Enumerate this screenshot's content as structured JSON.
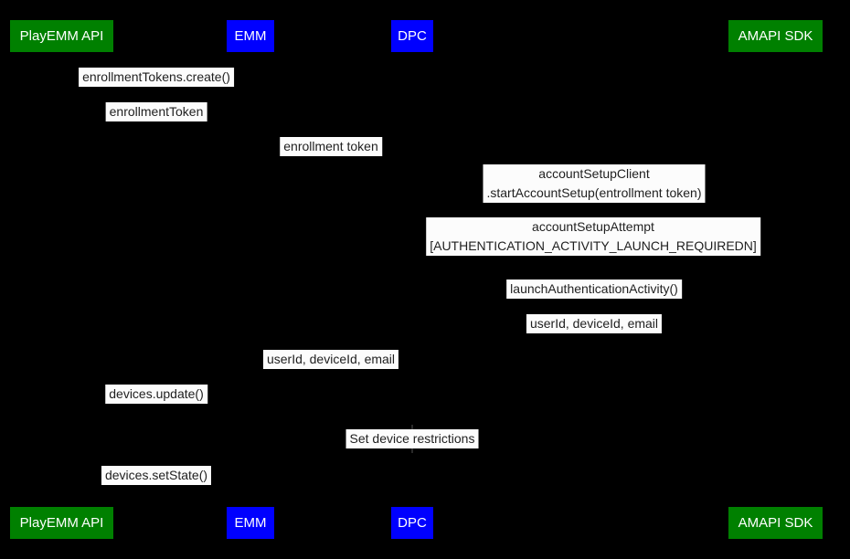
{
  "diagram": {
    "type": "sequence-diagram",
    "background_color": "#000000",
    "label_background_color": "#fcfcfc",
    "label_text_color": "#1f1f1f",
    "actor_text_color": "#ffffff",
    "actor_green": "#008000",
    "actor_blue": "#0000ff",
    "actors": [
      {
        "label": "PlayEMM API",
        "color": "#008000"
      },
      {
        "label": "EMM",
        "color": "#0000ff"
      },
      {
        "label": "DPC",
        "color": "#0000ff"
      },
      {
        "label": "AMAPI SDK",
        "color": "#008000"
      }
    ],
    "messages": [
      {
        "line1": "enrollmentTokens.create()"
      },
      {
        "line1": "enrollmentToken"
      },
      {
        "line1": "enrollment token"
      },
      {
        "line1": "accountSetupClient",
        "line2": ".startAccountSetup(entrollment token)"
      },
      {
        "line1": "accountSetupAttempt",
        "line2": "[AUTHENTICATION_ACTIVITY_LAUNCH_REQUIREDN]"
      },
      {
        "line1": "launchAuthenticationActivity()"
      },
      {
        "line1": "userId, deviceId, email"
      },
      {
        "line1": "userId, deviceId, email"
      },
      {
        "line1": "devices.update()"
      },
      {
        "line1": "Set device restrictions"
      },
      {
        "line1": "devices.setState()"
      }
    ]
  }
}
